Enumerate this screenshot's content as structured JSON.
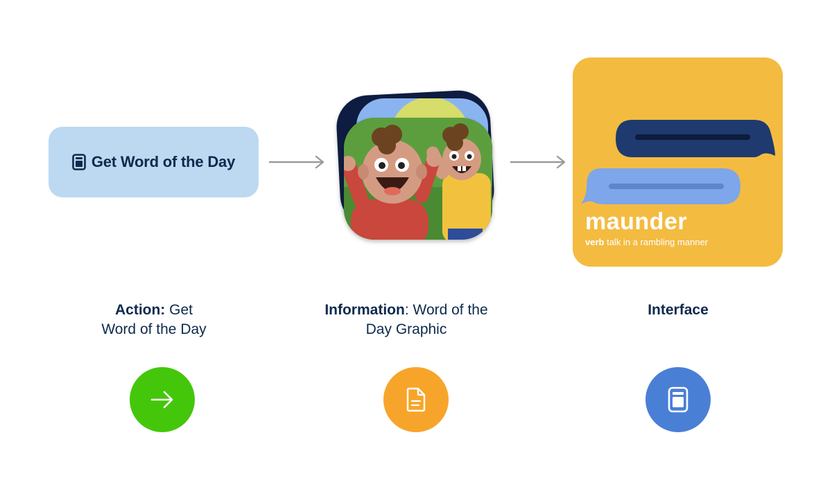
{
  "action": {
    "pill_label": "Get Word of the Day",
    "icon": "document-icon"
  },
  "interface_card": {
    "word": "maunder",
    "part_of_speech": "verb",
    "definition": "talk in a rambling manner"
  },
  "columns": [
    {
      "caption_bold": "Action:",
      "caption_line1_rest": " Get",
      "caption_line2": "Word of the Day",
      "badge_icon": "arrow-right-icon",
      "badge_color": "#44c70a"
    },
    {
      "caption_bold": "Information",
      "caption_line1_rest": ": Word of the",
      "caption_line2": "Day Graphic",
      "badge_icon": "document-lines-icon",
      "badge_color": "#f7a52a"
    },
    {
      "caption_bold": "Interface",
      "caption_line1_rest": "",
      "caption_line2": "",
      "badge_icon": "screen-widget-icon",
      "badge_color": "#4a7fd6"
    }
  ],
  "colors": {
    "pill_background": "#bcd9f1",
    "text_dark_blue": "#0d2a4d",
    "arrow_gray": "#9a9a9a",
    "interface_card": "#f4bb41",
    "bubble_dark": "#1e3a6e",
    "bubble_light": "#7ea6ea"
  }
}
